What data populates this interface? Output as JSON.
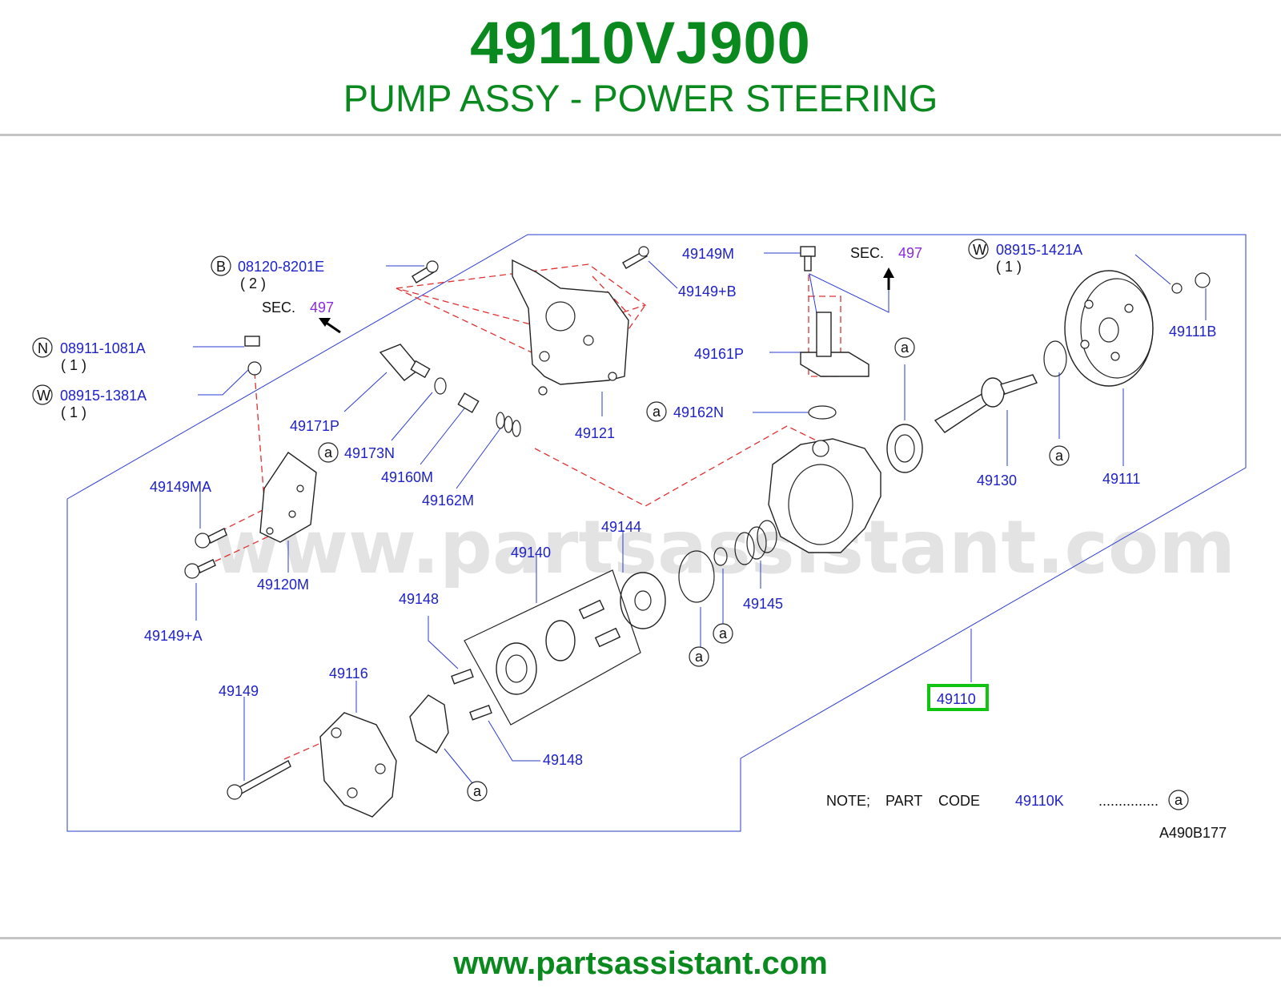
{
  "header": {
    "part_number": "49110VJ900",
    "description": "PUMP ASSY - POWER STEERING"
  },
  "footer": {
    "url": "www.partsassistant.com"
  },
  "diagram": {
    "watermark": "www.partsassistant.com",
    "sec_label": "SEC.",
    "sec_number": "497",
    "diagram_code": "A490B177",
    "ref_letter": "a",
    "note": {
      "prefix": "NOTE;",
      "part": "PART",
      "code": "CODE",
      "code_value": "49110K",
      "dots": "..............."
    },
    "highlight_part": "49110",
    "callouts": {
      "c08120": {
        "letter": "B",
        "code": "08120-8201E",
        "qty": "( 2 )"
      },
      "c08911": {
        "letter": "N",
        "code": "08911-1081A",
        "qty": "( 1 )"
      },
      "c08915_1381": {
        "letter": "W",
        "code": "08915-1381A",
        "qty": "( 1 )"
      },
      "c08915_1421": {
        "letter": "W",
        "code": "08915-1421A",
        "qty": "( 1 )"
      }
    },
    "parts": {
      "p49149M": "49149M",
      "p49149B": "49149+B",
      "p49161P": "49161P",
      "p49162N": "49162N",
      "p49111B": "49111B",
      "p49171P": "49171P",
      "p49121": "49121",
      "p49173N": "49173N",
      "p49160M": "49160M",
      "p49162M": "49162M",
      "p49130": "49130",
      "p49111": "49111",
      "p49149MA": "49149MA",
      "p49120M": "49120M",
      "p49149A": "49149+A",
      "p49144": "49144",
      "p49140": "49140",
      "p49145": "49145",
      "p49148a": "49148",
      "p49148b": "49148",
      "p49116": "49116",
      "p49149": "49149"
    }
  }
}
